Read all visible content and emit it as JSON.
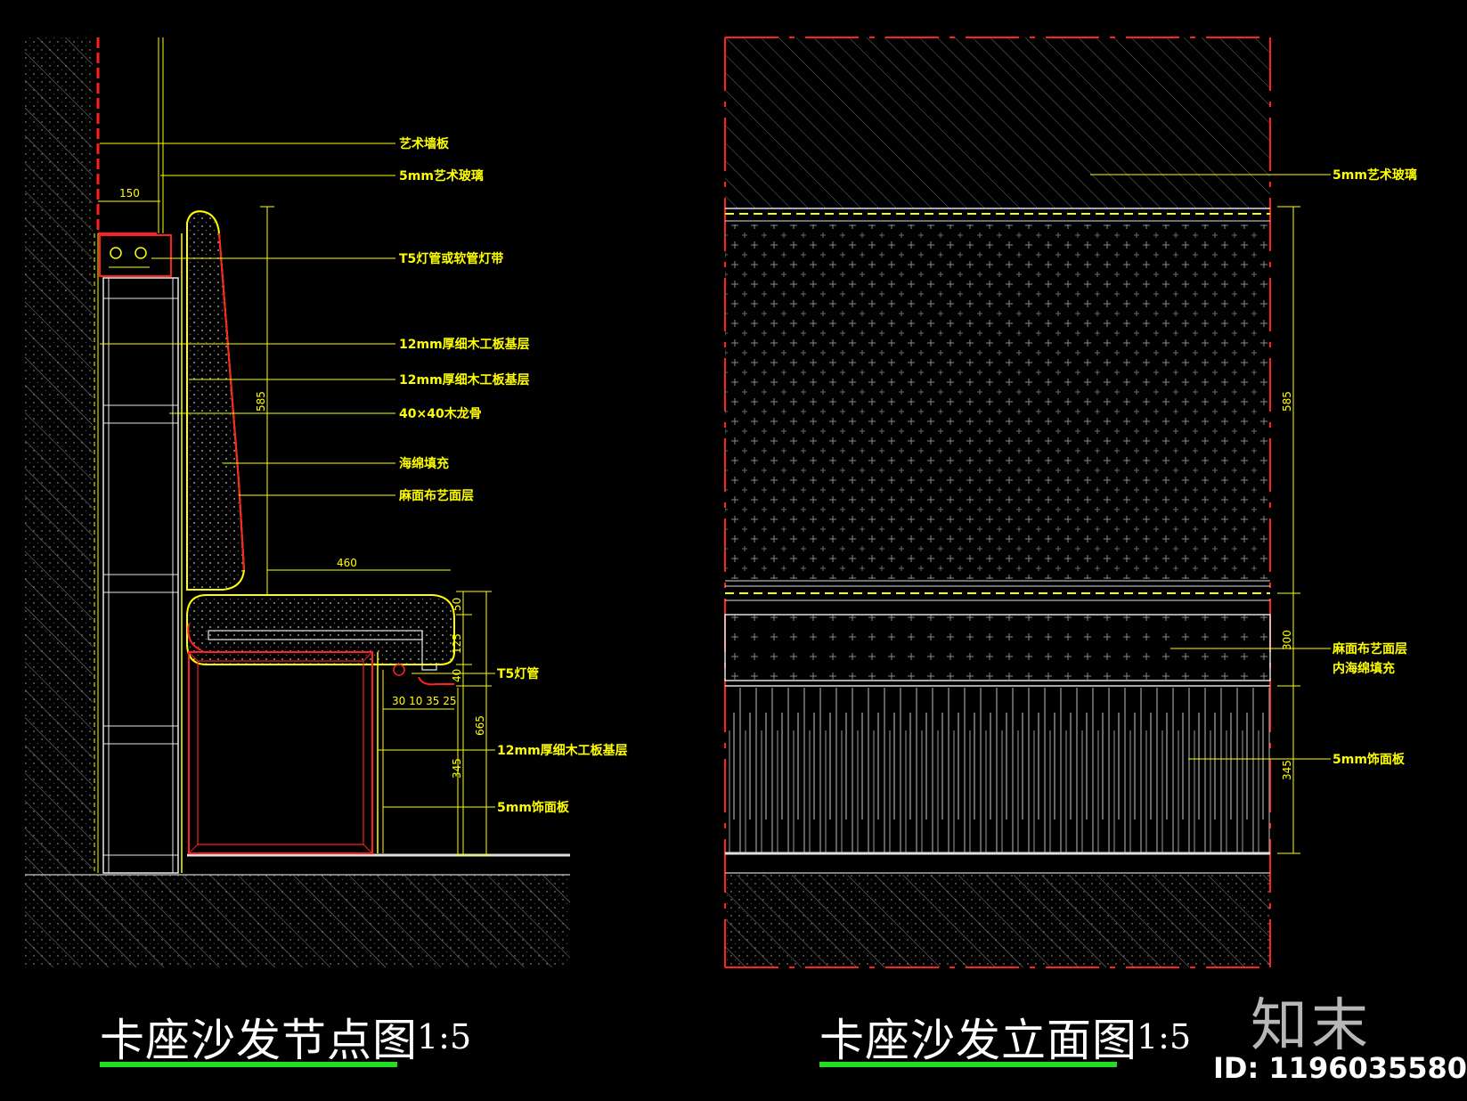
{
  "left_drawing": {
    "title": "卡座沙发节点图",
    "scale": "1:5",
    "labels": [
      "艺术墙板",
      "5mm艺术玻璃",
      "T5灯管或软管灯带",
      "12mm厚细木工板基层",
      "12mm厚细木工板基层",
      "40×40木龙骨",
      "海绵填充",
      "麻面布艺面层",
      "T5灯管",
      "12mm厚细木工板基层",
      "5mm饰面板"
    ],
    "dimensions": {
      "top_width": "150",
      "back_height": "585",
      "seat_depth": "460",
      "seat_thick": "50",
      "seat_base": "125",
      "lamp_gap": "40",
      "total_height": "665",
      "lower_height": "345",
      "bottom_row": "30  10 35 25"
    }
  },
  "right_drawing": {
    "title": "卡座沙发立面图",
    "scale": "1:5",
    "labels": [
      "5mm艺术玻璃",
      "麻面布艺面层",
      "内海绵填充",
      "5mm饰面板"
    ],
    "dimensions": {
      "back_height": "585",
      "seat_height": "300",
      "base_height": "345"
    }
  },
  "watermark": {
    "brand": "知末",
    "id_text": "ID: 1196035580"
  },
  "colors": {
    "background": "#000000",
    "annotation": "#ffff00",
    "wall_border": "#ff2020",
    "underline": "#22dd22",
    "hatch": "#7a7a7a"
  }
}
